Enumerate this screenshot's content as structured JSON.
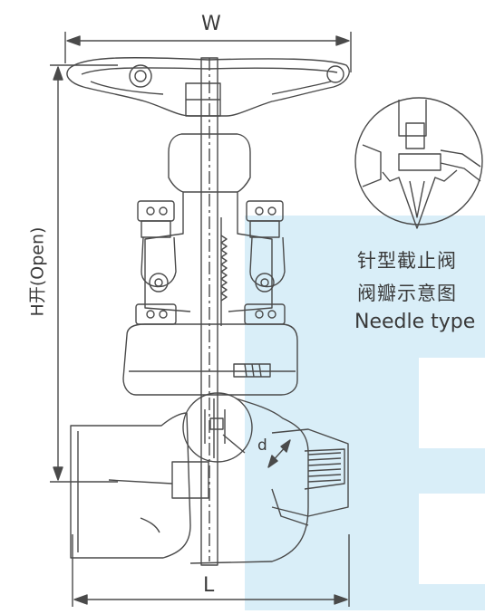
{
  "labels": {
    "width": "W",
    "length": "L",
    "height": "H开(Open)",
    "diameter": "d",
    "caption_cn_line1": "针型截止阀",
    "caption_cn_line2": "阀瓣示意图",
    "caption_en": "Needle type"
  },
  "colors": {
    "line": "#4a4a4a",
    "highlight": "#d9eef8",
    "text": "#3a3a3a",
    "background": "#ffffff"
  }
}
